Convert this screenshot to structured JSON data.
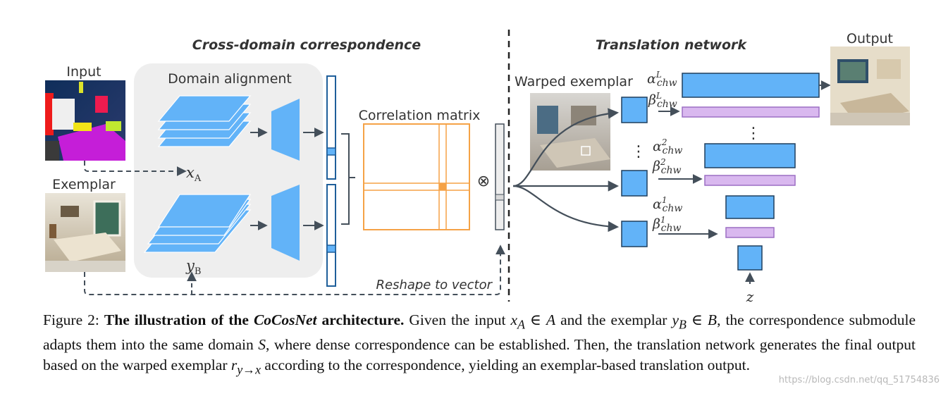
{
  "figure": {
    "section_left": "Cross-domain correspondence",
    "section_right": "Translation network",
    "input_label": "Input",
    "exemplar_label": "Exemplar",
    "domain_alignment_label": "Domain alignment",
    "correlation_label": "Correlation matrix",
    "reshape_label": "Reshape to vector",
    "warped_label": "Warped exemplar",
    "output_label": "Output",
    "xa_label": "x",
    "xa_sub": "A",
    "yb_label": "y",
    "yb_sub": "B",
    "otimes": "⊗",
    "alpha": "α",
    "beta": "β",
    "chw": "chw",
    "sup_L": "L",
    "sup_2": "2",
    "sup_1": "1",
    "z_label": "z",
    "dots": "⋮"
  },
  "caption": {
    "fig_num": "Figure 2: ",
    "bold_pre": "The illustration of the ",
    "bold_name": "CoCosNet",
    "bold_post": " architecture.",
    "t1": " Given the input ",
    "m1": "x",
    "m1_sub": "A",
    "t2": " ∈ ",
    "m2": "A",
    "t3": " and the exemplar ",
    "m3": "y",
    "m3_sub": "B",
    "t4": " ∈ ",
    "m4": "B",
    "t5": ", the correspondence submodule adapts them into the same domain ",
    "m5": "S",
    "t6": ", where dense correspondence can be established. Then, the translation network generates the final output based on the warped exemplar ",
    "m6": "r",
    "m6_sub": "y→x",
    "t7": " according to the correspondence, yielding an exemplar-based translation output."
  },
  "watermark": "https://blog.csdn.net/qq_51754836",
  "colors": {
    "blue_fill": "#62b3f8",
    "blue_stroke": "#1f5f9a",
    "violet": "#d9b8ef",
    "orange": "#f5a246",
    "panel": "#eeeeee",
    "arrow": "#444f5a"
  }
}
